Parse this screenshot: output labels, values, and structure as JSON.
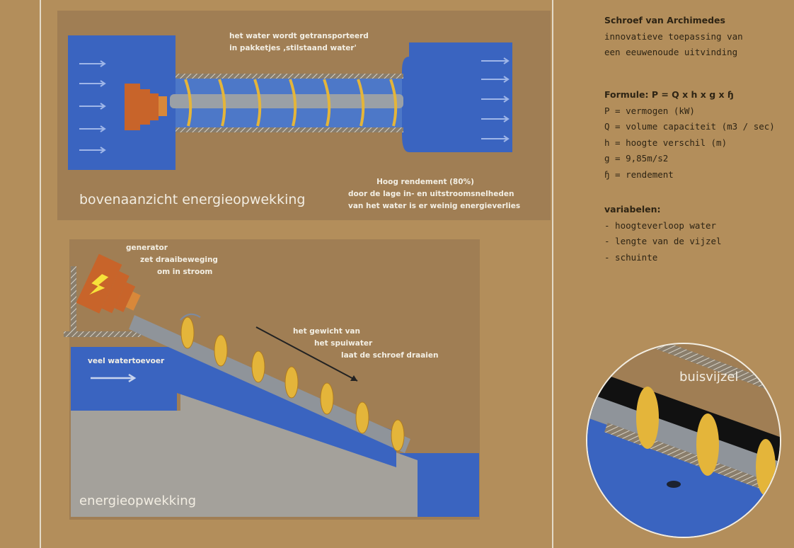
{
  "top_view": {
    "caption": "bovenaanzicht energieopwekking",
    "note_transport": [
      "het water wordt getransporteerd",
      "in pakketjes ‚stilstaand water'"
    ],
    "note_efficiency": [
      "Hoog rendement (80%)",
      "door de lage in- en uitstroomsnelheden",
      "van het water is er weinig energieverlies"
    ]
  },
  "side_view": {
    "caption": "energieopwekking",
    "note_generator": [
      "generator",
      "zet draaibeweging",
      "om in stroom"
    ],
    "note_weight": [
      "het gewicht van",
      "het spuiwater",
      "laat de schroef draaien"
    ],
    "note_inflow": "veel watertoevoer"
  },
  "detail": {
    "label": "buisvijzel"
  },
  "sidebar": {
    "title": "Schroef van Archimedes",
    "subtitle": [
      "innovatieve toepassing van",
      "een eeuwenoude uitvinding"
    ],
    "formula_title": "Formule: P = Q x h x g x ɧ",
    "formula_lines": [
      "P = vermogen (kW)",
      "Q = volume capaciteit (m3 / sec)",
      "h = hoogte verschil (m)",
      "g = 9,85m/s2",
      "ɧ = rendement"
    ],
    "variables_title": "variabelen:",
    "variables": [
      "- hoogteverloop water",
      "- lengte van de vijzel",
      "- schuinte"
    ]
  },
  "colors": {
    "paper": "#b38e5b",
    "water": "#3a64c0",
    "blade": "#e4b53a",
    "generator": "#c8642a"
  }
}
